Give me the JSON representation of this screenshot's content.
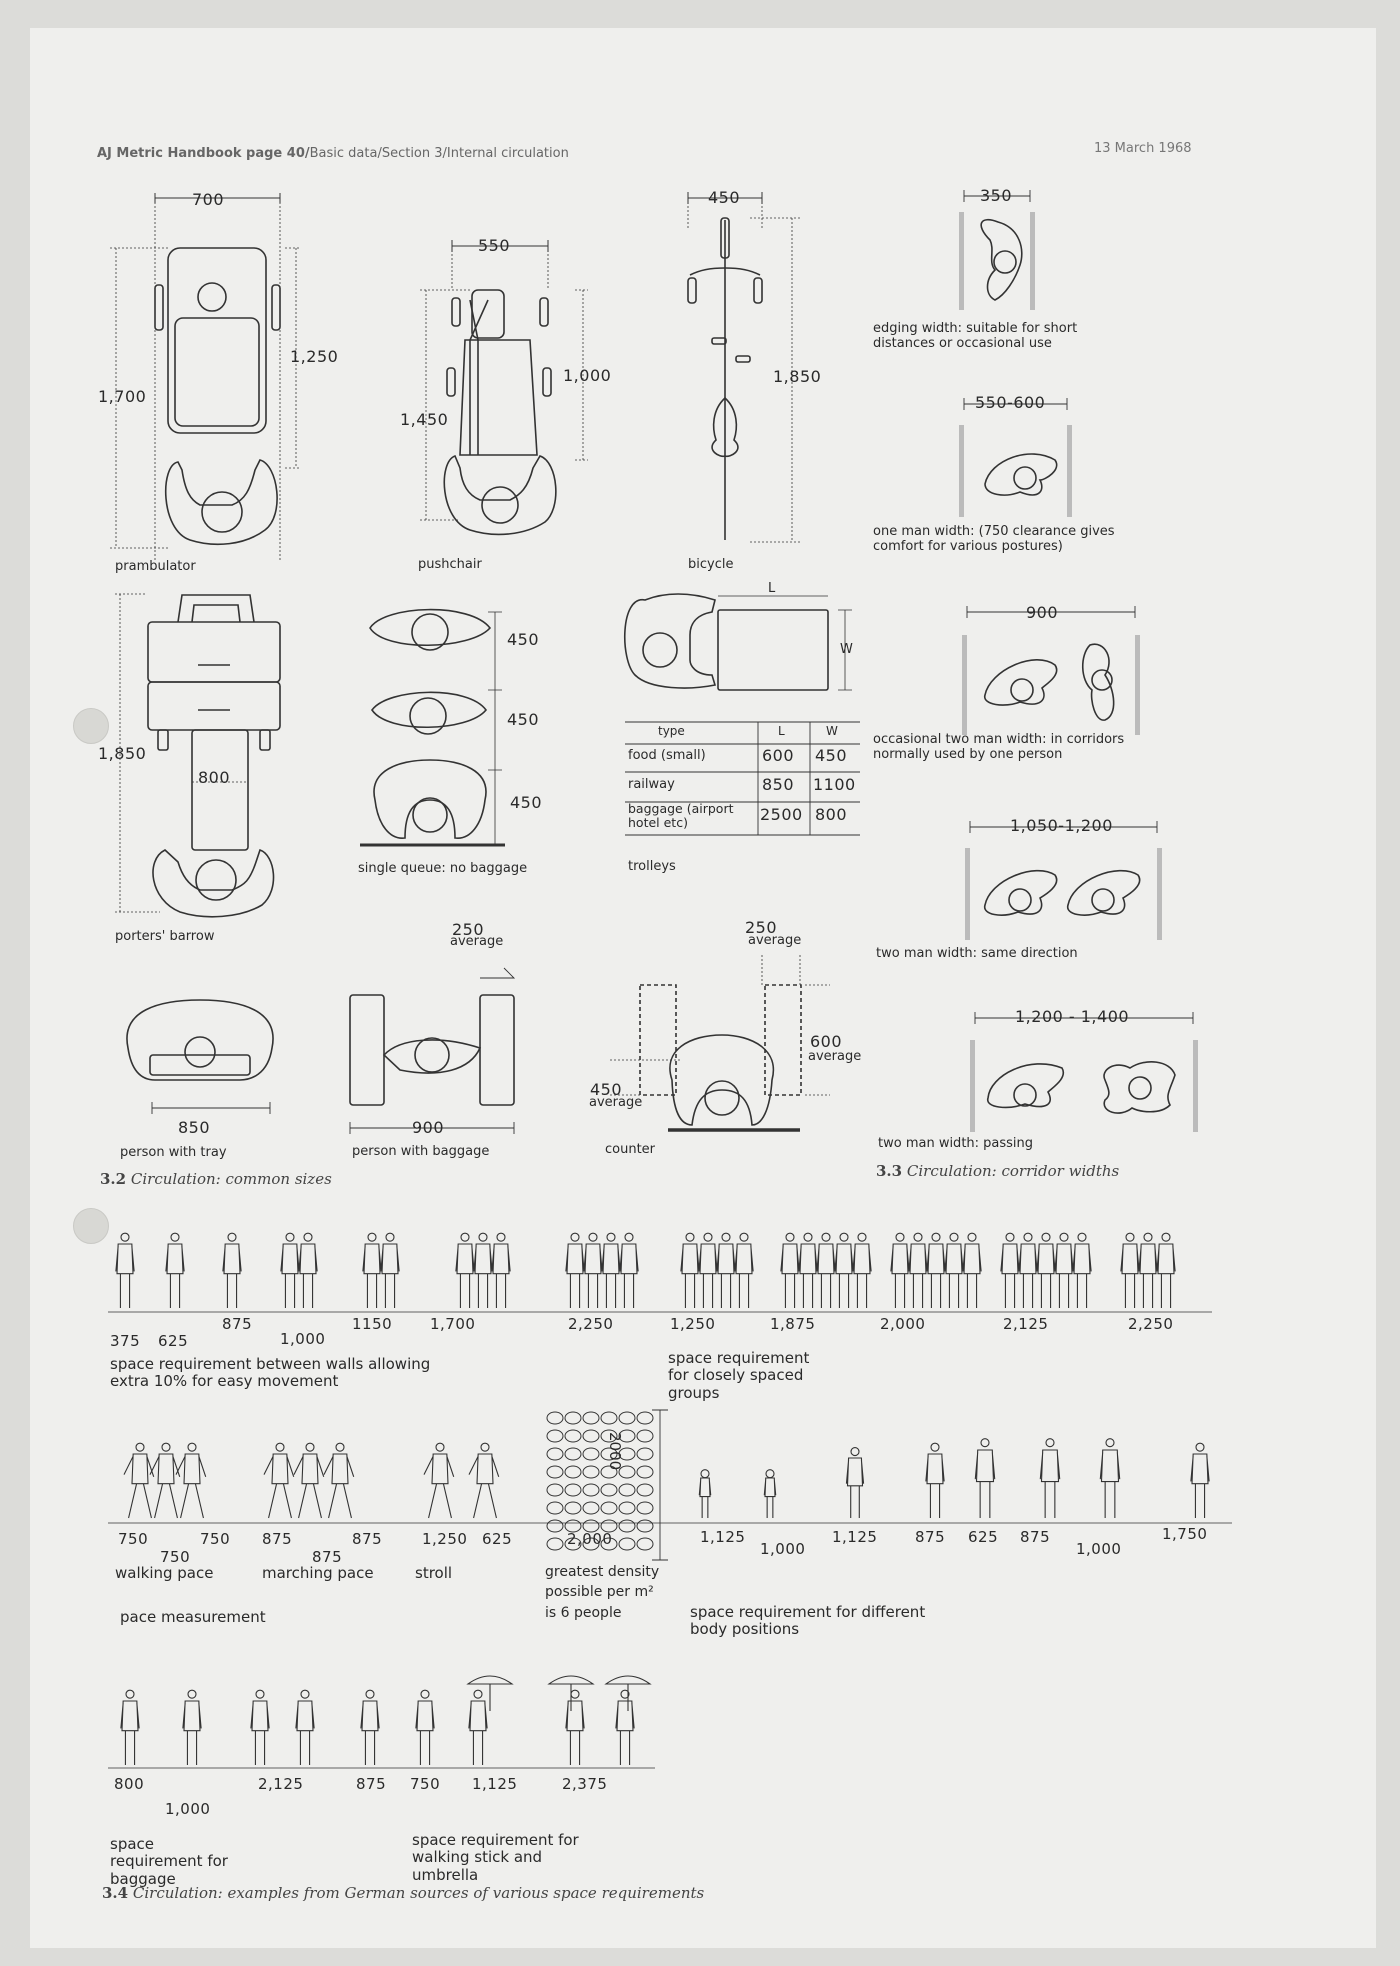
{
  "header": {
    "left_bold": "AJ Metric Handbook page 40/",
    "left_rest": "Basic data/Section 3/Internal circulation",
    "date": "13 March 1968"
  },
  "fig_3_2": {
    "caption_num": "3.2",
    "caption_text": "Circulation: common sizes",
    "pram": {
      "label": "prambulator",
      "w": "700",
      "h1": "1,250",
      "h2": "1,700"
    },
    "pushchair": {
      "label": "pushchair",
      "w": "550",
      "h1": "1,000",
      "h2": "1,450"
    },
    "bicycle": {
      "label": "bicycle",
      "w": "450",
      "h": "1,850"
    },
    "barrow": {
      "label": "porters' barrow",
      "w": "800",
      "h": "1,850"
    },
    "queue": {
      "label": "single queue: no baggage",
      "d1": "450",
      "d2": "450",
      "d3": "450"
    },
    "trolleys": {
      "label": "trolleys",
      "L": "L",
      "W": "W",
      "headers": [
        "type",
        "L",
        "W"
      ],
      "rows": [
        {
          "type": "food  (small)",
          "L": "600",
          "W": "450"
        },
        {
          "type": "railway",
          "L": "850",
          "W": "1100"
        },
        {
          "type": "baggage (airport hotel etc)",
          "L": "2500",
          "W": "800"
        }
      ]
    },
    "tray": {
      "label": "person with tray",
      "w": "850"
    },
    "baggage": {
      "label": "person with baggage",
      "w": "900",
      "top": "250",
      "top2": "average"
    },
    "counter": {
      "label": "counter",
      "top": "250",
      "top2": "average",
      "right": "600",
      "right2": "average",
      "left": "450",
      "left2": "average"
    }
  },
  "fig_3_3": {
    "caption_num": "3.3",
    "caption_text": "Circulation: corridor widths",
    "items": [
      {
        "dim": "350",
        "text": "edging width: suitable for short distances or occasional use"
      },
      {
        "dim": "550-600",
        "text": "one man width: (750 clearance gives comfort for various postures)"
      },
      {
        "dim": "900",
        "text": "occasional two man width: in corridors normally used by one person"
      },
      {
        "dim": "1,050-1,200",
        "text": "two man width: same direction"
      },
      {
        "dim": "1,200 - 1,400",
        "text": "two man width: passing"
      }
    ]
  },
  "fig_3_4": {
    "caption_num": "3.4",
    "caption_text": "Circulation: examples from German sources of various space requirements",
    "row1_dims": [
      "375",
      "625",
      "875",
      "1,000",
      "1150",
      "1,700",
      "2,250",
      "1,250",
      "1,875",
      "2,000",
      "2,125",
      "2,250"
    ],
    "row1_note_a": "space requirement between walls allowing extra 10% for easy movement",
    "row1_note_b": "space requirement for closely spaced groups",
    "row2_dims": [
      "750",
      "750",
      "750",
      "875",
      "875",
      "875",
      "1,250",
      "625",
      "2,000",
      "1,125",
      "1,000",
      "1,125",
      "875",
      "625",
      "875",
      "1,000",
      "1,750"
    ],
    "density_dim": "2000",
    "walk": "walking pace",
    "march": "marching pace",
    "stroll": "stroll",
    "pace": "pace measurement",
    "density": "greatest density possible per m² is 6 people",
    "body": "space requirement for different body positions",
    "row3_dims": [
      "800",
      "1,000",
      "2,125",
      "875",
      "750",
      "1,125",
      "2,375"
    ],
    "bag_note": "space requirement for baggage",
    "umb_note": "space requirement for walking stick and umbrella"
  }
}
